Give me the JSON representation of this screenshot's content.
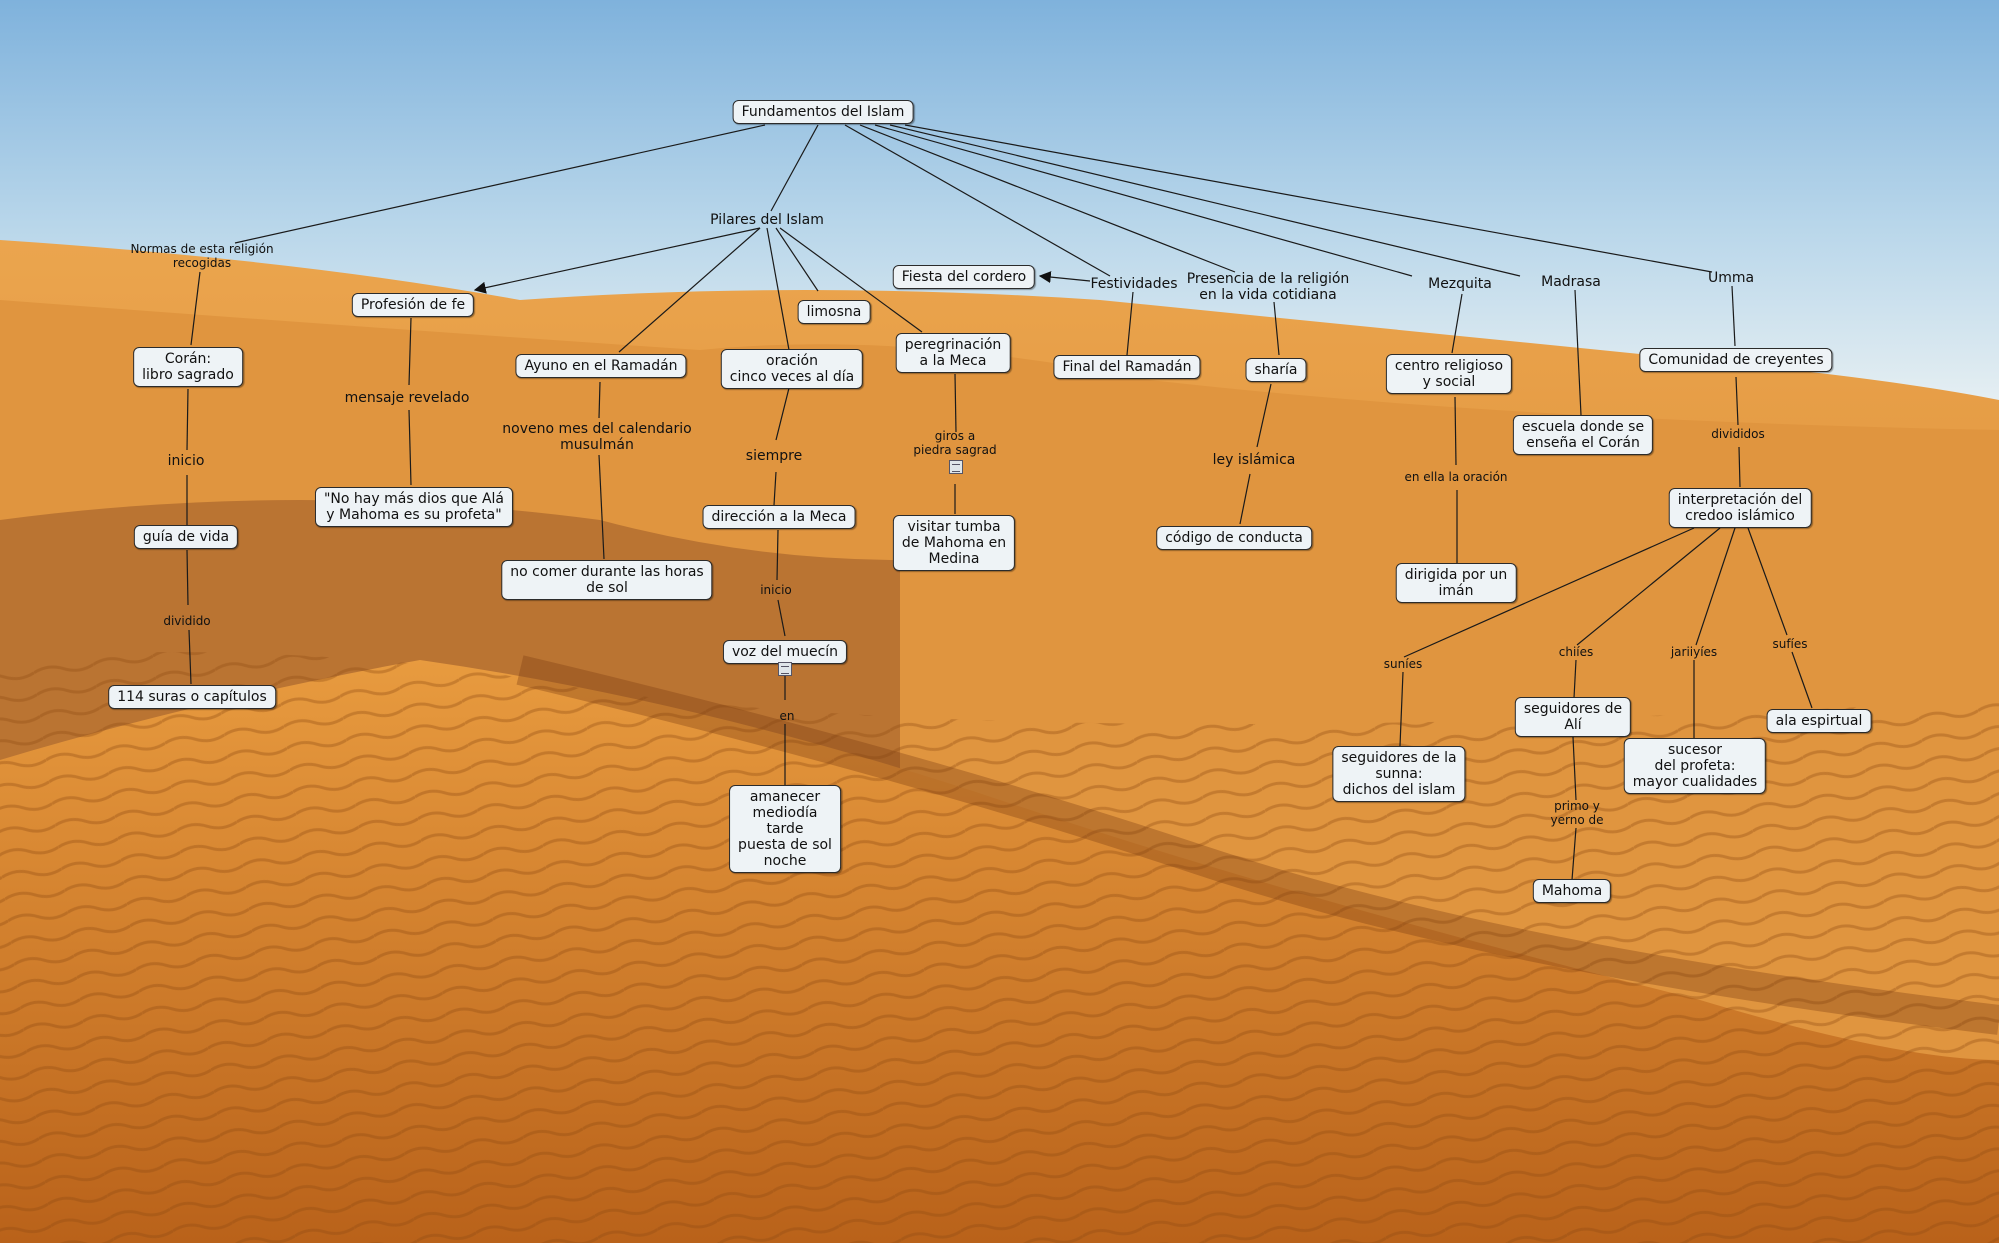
{
  "nodes": {
    "root": "Fundamentos del Islam",
    "profesion": "Profesión de fe",
    "coran": "Corán:\nlibro sagrado",
    "guia": "guía de vida",
    "suras": "114 suras o capítulos",
    "nohay": "\"No hay más dios que Alá\ny Mahoma es su profeta\"",
    "ayuno": "Ayuno en el Ramadán",
    "nocomer": "no comer durante las horas\nde sol",
    "oracion": "oración\ncinco veces al día",
    "direccion": "dirección a la Meca",
    "voz": "voz del muecín",
    "amanecer": "amanecer\nmediodía\ntarde\npuesta de sol\nnoche",
    "limosna": "limosna",
    "peregrinacion": "peregrinación\na la Meca",
    "visitar": "visitar tumba\nde Mahoma en\nMedina",
    "fiesta": "Fiesta del cordero",
    "final": "Final del Ramadán",
    "sharia": "sharía",
    "codigo": "código de conducta",
    "centro": "centro religioso\ny social",
    "dirigida": "dirigida por un\nimán",
    "escuela": "escuela donde se\nenseña el Corán",
    "comunidad": "Comunidad de creyentes",
    "interpretacion": "interpretación del\ncredoo islámico",
    "seguidoresSunna": "seguidores de la\nsunna:\ndichos del islam",
    "seguidoresAli": "seguidores de\nAlí",
    "mahoma": "Mahoma",
    "sucesor": "sucesor\ndel profeta:\nmayor cualidades",
    "ala": "ala espirtual"
  },
  "labels": {
    "normas": "Normas de esta religión\nrecogidas",
    "pilares": "Pilares del Islam",
    "inicio1": "inicio",
    "dividido": "dividido",
    "mensaje": "mensaje revelado",
    "noveno": "noveno mes del calendario\nmusulmán",
    "siempre": "siempre",
    "inicio2": "inicio",
    "en": "en",
    "giros": "giros a\npiedra sagrad",
    "festividades": "Festividades",
    "presencia": "Presencia de la religión\nen la vida cotidiana",
    "ley": "ley islámica",
    "mezquita": "Mezquita",
    "enella": "en ella la oración",
    "madrasa": "Madrasa",
    "umma": "Umma",
    "divididos": "divididos",
    "sunies": "suníes",
    "chiies": "chiíes",
    "jariiyies": "jariiyíes",
    "sufies": "sufíes",
    "primo": "primo y\nyerno de"
  },
  "icons": [
    "resource-icon",
    "resource-icon"
  ]
}
